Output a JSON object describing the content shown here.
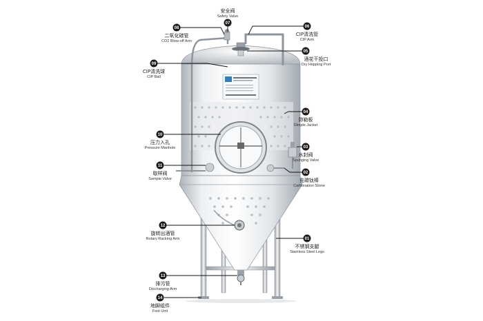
{
  "callouts": [
    {
      "num": "01",
      "cn": "不锈钢支腿",
      "en": "Stainless Steel Legs"
    },
    {
      "num": "02",
      "cn": "充碳钛棒",
      "en": "Carbonation Stone"
    },
    {
      "num": "03",
      "cn": "水封阀",
      "en": "Spunging Valve"
    },
    {
      "num": "04",
      "cn": "弥勒板",
      "en": "Dimple Jacket"
    },
    {
      "num": "05",
      "cn": "酒花干投口",
      "en": "Dry Hopping Port"
    },
    {
      "num": "06",
      "cn": "CIP清洗管",
      "en": "CIP Arm"
    },
    {
      "num": "07",
      "cn": "安全阀",
      "en": "Safety Valve"
    },
    {
      "num": "08",
      "cn": "二氧化碳管",
      "en": "CO2 Blow-off Arm"
    },
    {
      "num": "09",
      "cn": "CIP清洗球",
      "en": "CIP Ball"
    },
    {
      "num": "10",
      "cn": "压力入孔",
      "en": "Pressure Manhole"
    },
    {
      "num": "11",
      "cn": "取样阀",
      "en": "Sample Valve"
    },
    {
      "num": "12",
      "cn": "旋转出酒管",
      "en": "Rotary Racking Arm"
    },
    {
      "num": "13",
      "cn": "排污管",
      "en": "Discharging Arm"
    },
    {
      "num": "14",
      "cn": "地脚组件",
      "en": "Foot Unit"
    }
  ],
  "colors": {
    "badge": "#1a1a1a",
    "steel_light": "#f1f3f5",
    "steel_mid": "#c9ced3",
    "steel_dark": "#8c939a",
    "nameplate_accent": "#2f7fc0"
  }
}
